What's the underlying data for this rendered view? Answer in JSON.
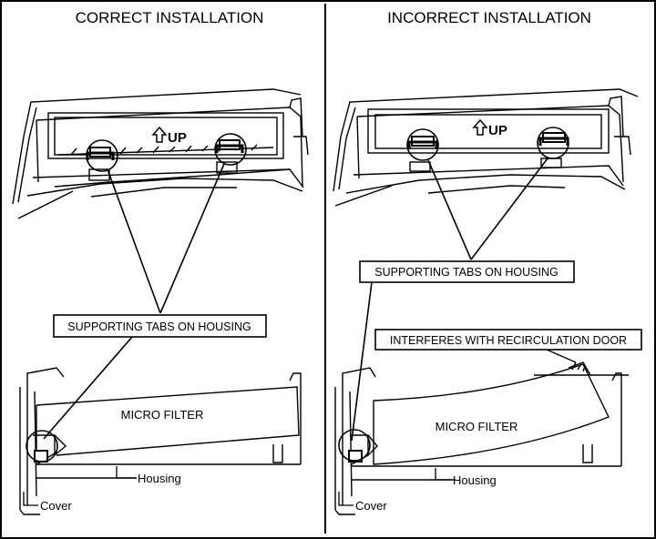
{
  "correct": {
    "heading": "CORRECT INSTALLATION",
    "up_label": "UP",
    "callout": "SUPPORTING TABS ON HOUSING",
    "filter_label": "MICRO FILTER",
    "housing_label": "Housing",
    "cover_label": "Cover"
  },
  "incorrect": {
    "heading": "INCORRECT INSTALLATION",
    "up_label": "UP",
    "callout": "SUPPORTING TABS ON HOUSING",
    "interference_callout": "INTERFERES WITH RECIRCULATION DOOR",
    "filter_label": "MICRO FILTER",
    "housing_label": "Housing",
    "cover_label": "Cover"
  },
  "icons": {
    "up_arrow": "up-arrow-icon"
  },
  "colors": {
    "ink": "#000000",
    "paper": "#ffffff"
  }
}
